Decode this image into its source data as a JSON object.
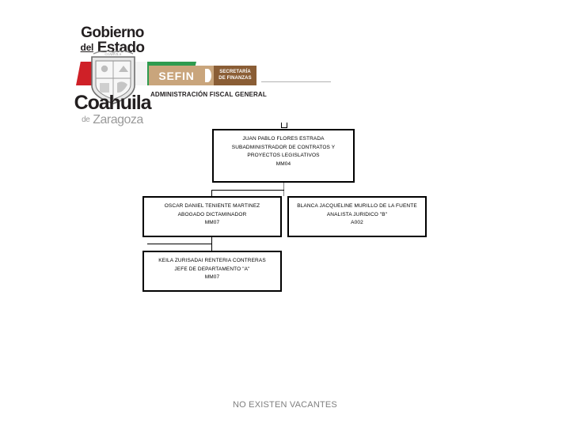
{
  "header": {
    "government_wordmark": {
      "line1": "Gobierno",
      "line2_prefix": "del",
      "line2": "Estado",
      "state_name": "Coahuila",
      "state_suffix_prefix": "de",
      "state_suffix": "Zaragoza"
    },
    "banner": {
      "acronym": "SEFIN",
      "secretariat_line1": "SECRETARÍA",
      "secretariat_line2": "DE FINANZAS"
    },
    "subtitle": "ADMINISTRACIÓN FISCAL GENERAL",
    "colors": {
      "red": "#CF2027",
      "white": "#F4F4F4",
      "green": "#2E9B4F",
      "banner_light": "#C9A57C",
      "banner_dark": "#8A5D35",
      "text_dark": "#231F20",
      "text_gray": "#9A9A9A"
    }
  },
  "org_chart": {
    "root": {
      "name": "JUAN PABLO FLORES ESTRADA",
      "position_line1": "SUBADMINISTRADOR DE CONTRATOS Y",
      "position_line2": "PROYECTOS LEGISLATIVOS",
      "code": "MM04"
    },
    "children": [
      {
        "name": "OSCAR DANIEL TENIENTE MARTINEZ",
        "position": "ABOGADO DICTAMINADOR",
        "code": "MM07"
      },
      {
        "name": "BLANCA JACQUELINE MURILLO DE LA FUENTE",
        "position": "ANALISTA JURIDICO \"B\"",
        "code": "A002"
      }
    ],
    "subordinate": {
      "name": "KEILA ZURISADAI RENTERIA CONTRERAS",
      "position": "JEFE DE DEPARTAMENTO \"A\"",
      "code": "MM07"
    }
  },
  "footer": {
    "note": "NO EXISTEN VACANTES",
    "color": "#7F7F7F"
  }
}
